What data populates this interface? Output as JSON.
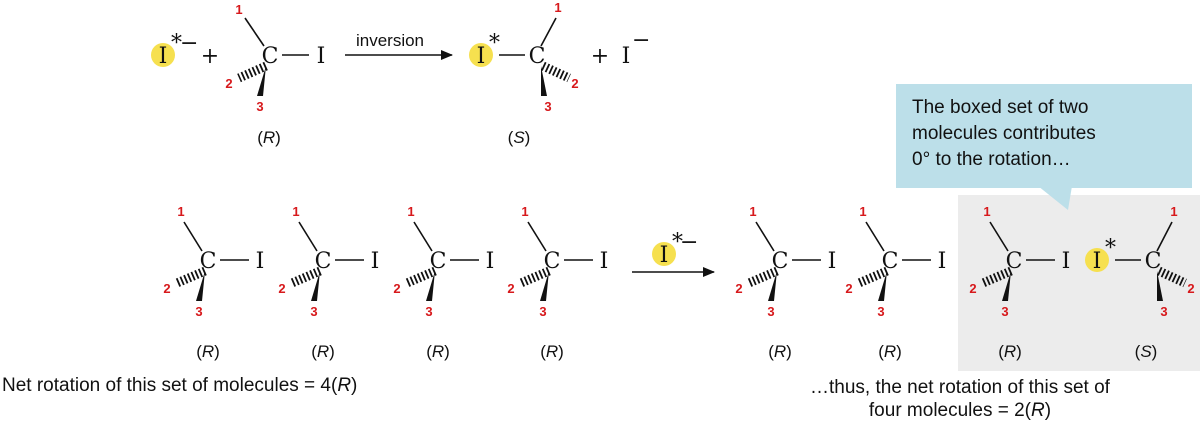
{
  "labels": {
    "iodine": "I",
    "carbon": "C",
    "minus": "−",
    "star": "*",
    "plus": "+",
    "sub1": "1",
    "sub2": "2",
    "sub3": "3"
  },
  "reaction": {
    "arrow_label": "inversion",
    "reactant_config": "R",
    "product_config": "S"
  },
  "bottom": {
    "before_configs": [
      "R",
      "R",
      "R",
      "R"
    ],
    "after_configs": [
      "R",
      "R",
      "R",
      "S"
    ]
  },
  "captions": {
    "left": "Net rotation of this set of molecules = 4(R)",
    "right_line1": "…thus, the net rotation of this set of",
    "right_line2": "four molecules = 2(R)"
  },
  "callout": {
    "line1": "The boxed set of two",
    "line2": "molecules contributes",
    "line3": "0° to the rotation…"
  },
  "colors": {
    "highlight": "#f6e04f",
    "substituent_number": "#d7191c",
    "callout_fill": "#bcdfe9",
    "box_fill": "#ececec"
  }
}
